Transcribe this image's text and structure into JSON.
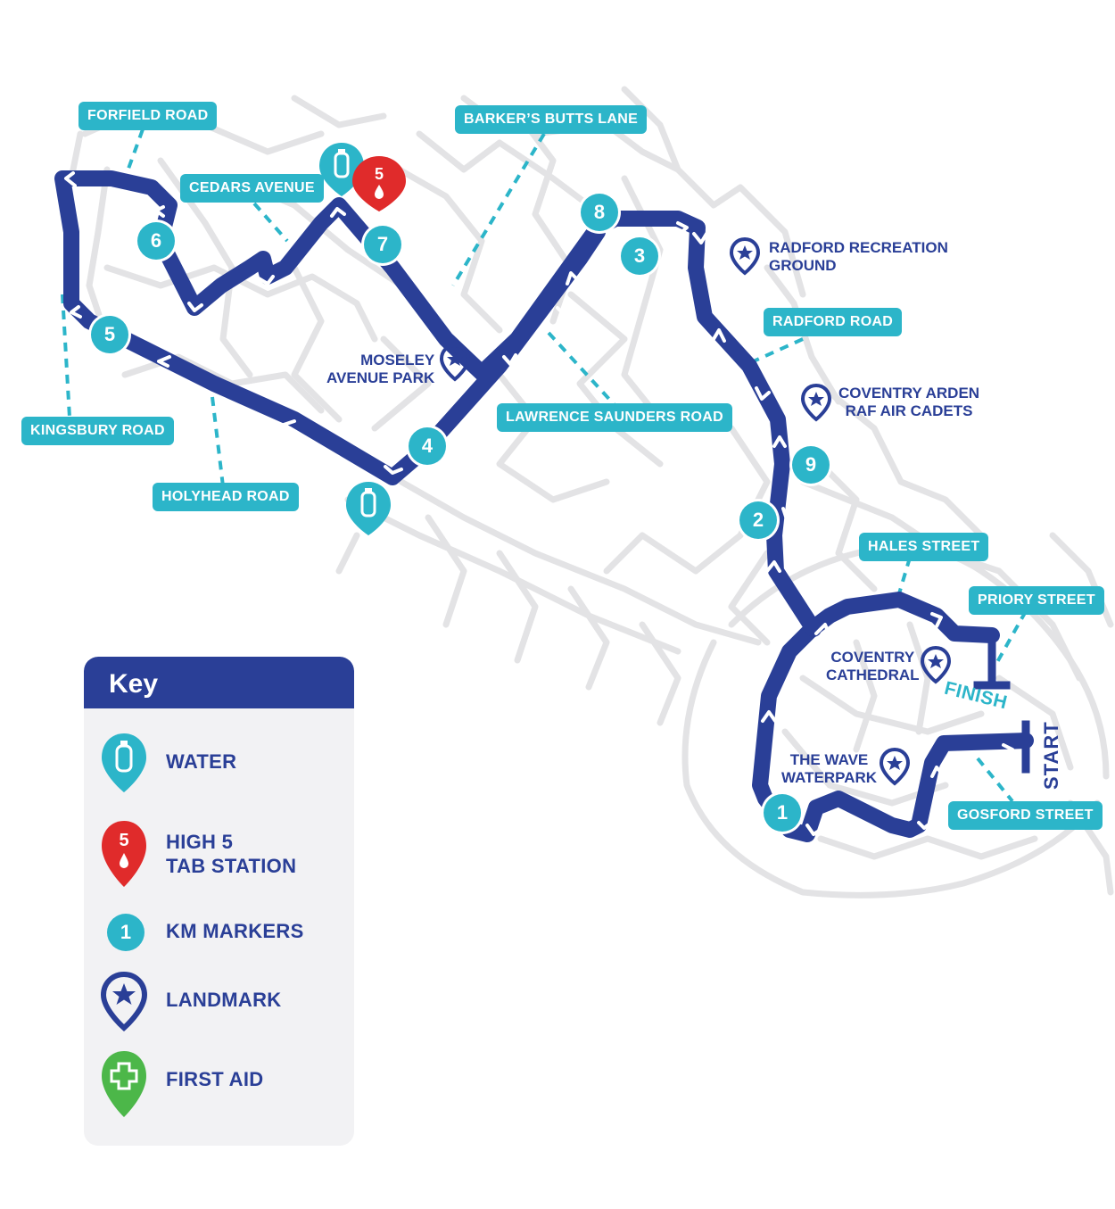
{
  "streets": {
    "forfield_road": "FORFIELD ROAD",
    "barkers_butts_lane": "BARKER’S BUTTS LANE",
    "cedars_avenue": "CEDARS AVENUE",
    "radford_road": "RADFORD ROAD",
    "kingsbury_road": "KINGSBURY ROAD",
    "lawrence_saunders_road": "LAWRENCE SAUNDERS ROAD",
    "holyhead_road": "HOLYHEAD ROAD",
    "hales_street": "HALES STREET",
    "priory_street": "PRIORY STREET",
    "gosford_street": "GOSFORD STREET"
  },
  "landmarks": {
    "radford_recreation_ground": [
      "RADFORD RECREATION",
      "GROUND"
    ],
    "moseley_avenue_park": [
      "MOSELEY",
      "AVENUE PARK"
    ],
    "coventry_arden": [
      "COVENTRY ARDEN",
      "RAF AIR CADETS"
    ],
    "coventry_cathedral": [
      "COVENTRY",
      "CATHEDRAL"
    ],
    "the_wave": [
      "THE WAVE",
      "WATERPARK"
    ]
  },
  "km_markers": [
    "1",
    "2",
    "3",
    "4",
    "5",
    "6",
    "7",
    "8",
    "9"
  ],
  "finish_label": "FINISH",
  "start_label": "START",
  "key": {
    "title": "Key",
    "items": {
      "water": [
        "WATER"
      ],
      "high5": [
        "HIGH 5",
        "TAB STATION"
      ],
      "km": [
        "KM MARKERS"
      ],
      "km_sample": "1",
      "landmark": [
        "LANDMARK"
      ],
      "first_aid": [
        "FIRST AID"
      ]
    }
  },
  "colors": {
    "route": "#2a3f97",
    "accent": "#2cb5c9",
    "high5": "#e02b2b",
    "first_aid": "#4cb749",
    "roads": "#e3e3e5"
  },
  "icons": {
    "water": "water-bottle-icon",
    "high5": "high5-tab-icon",
    "landmark": "star-pin-icon",
    "first_aid": "first-aid-cross-icon"
  }
}
